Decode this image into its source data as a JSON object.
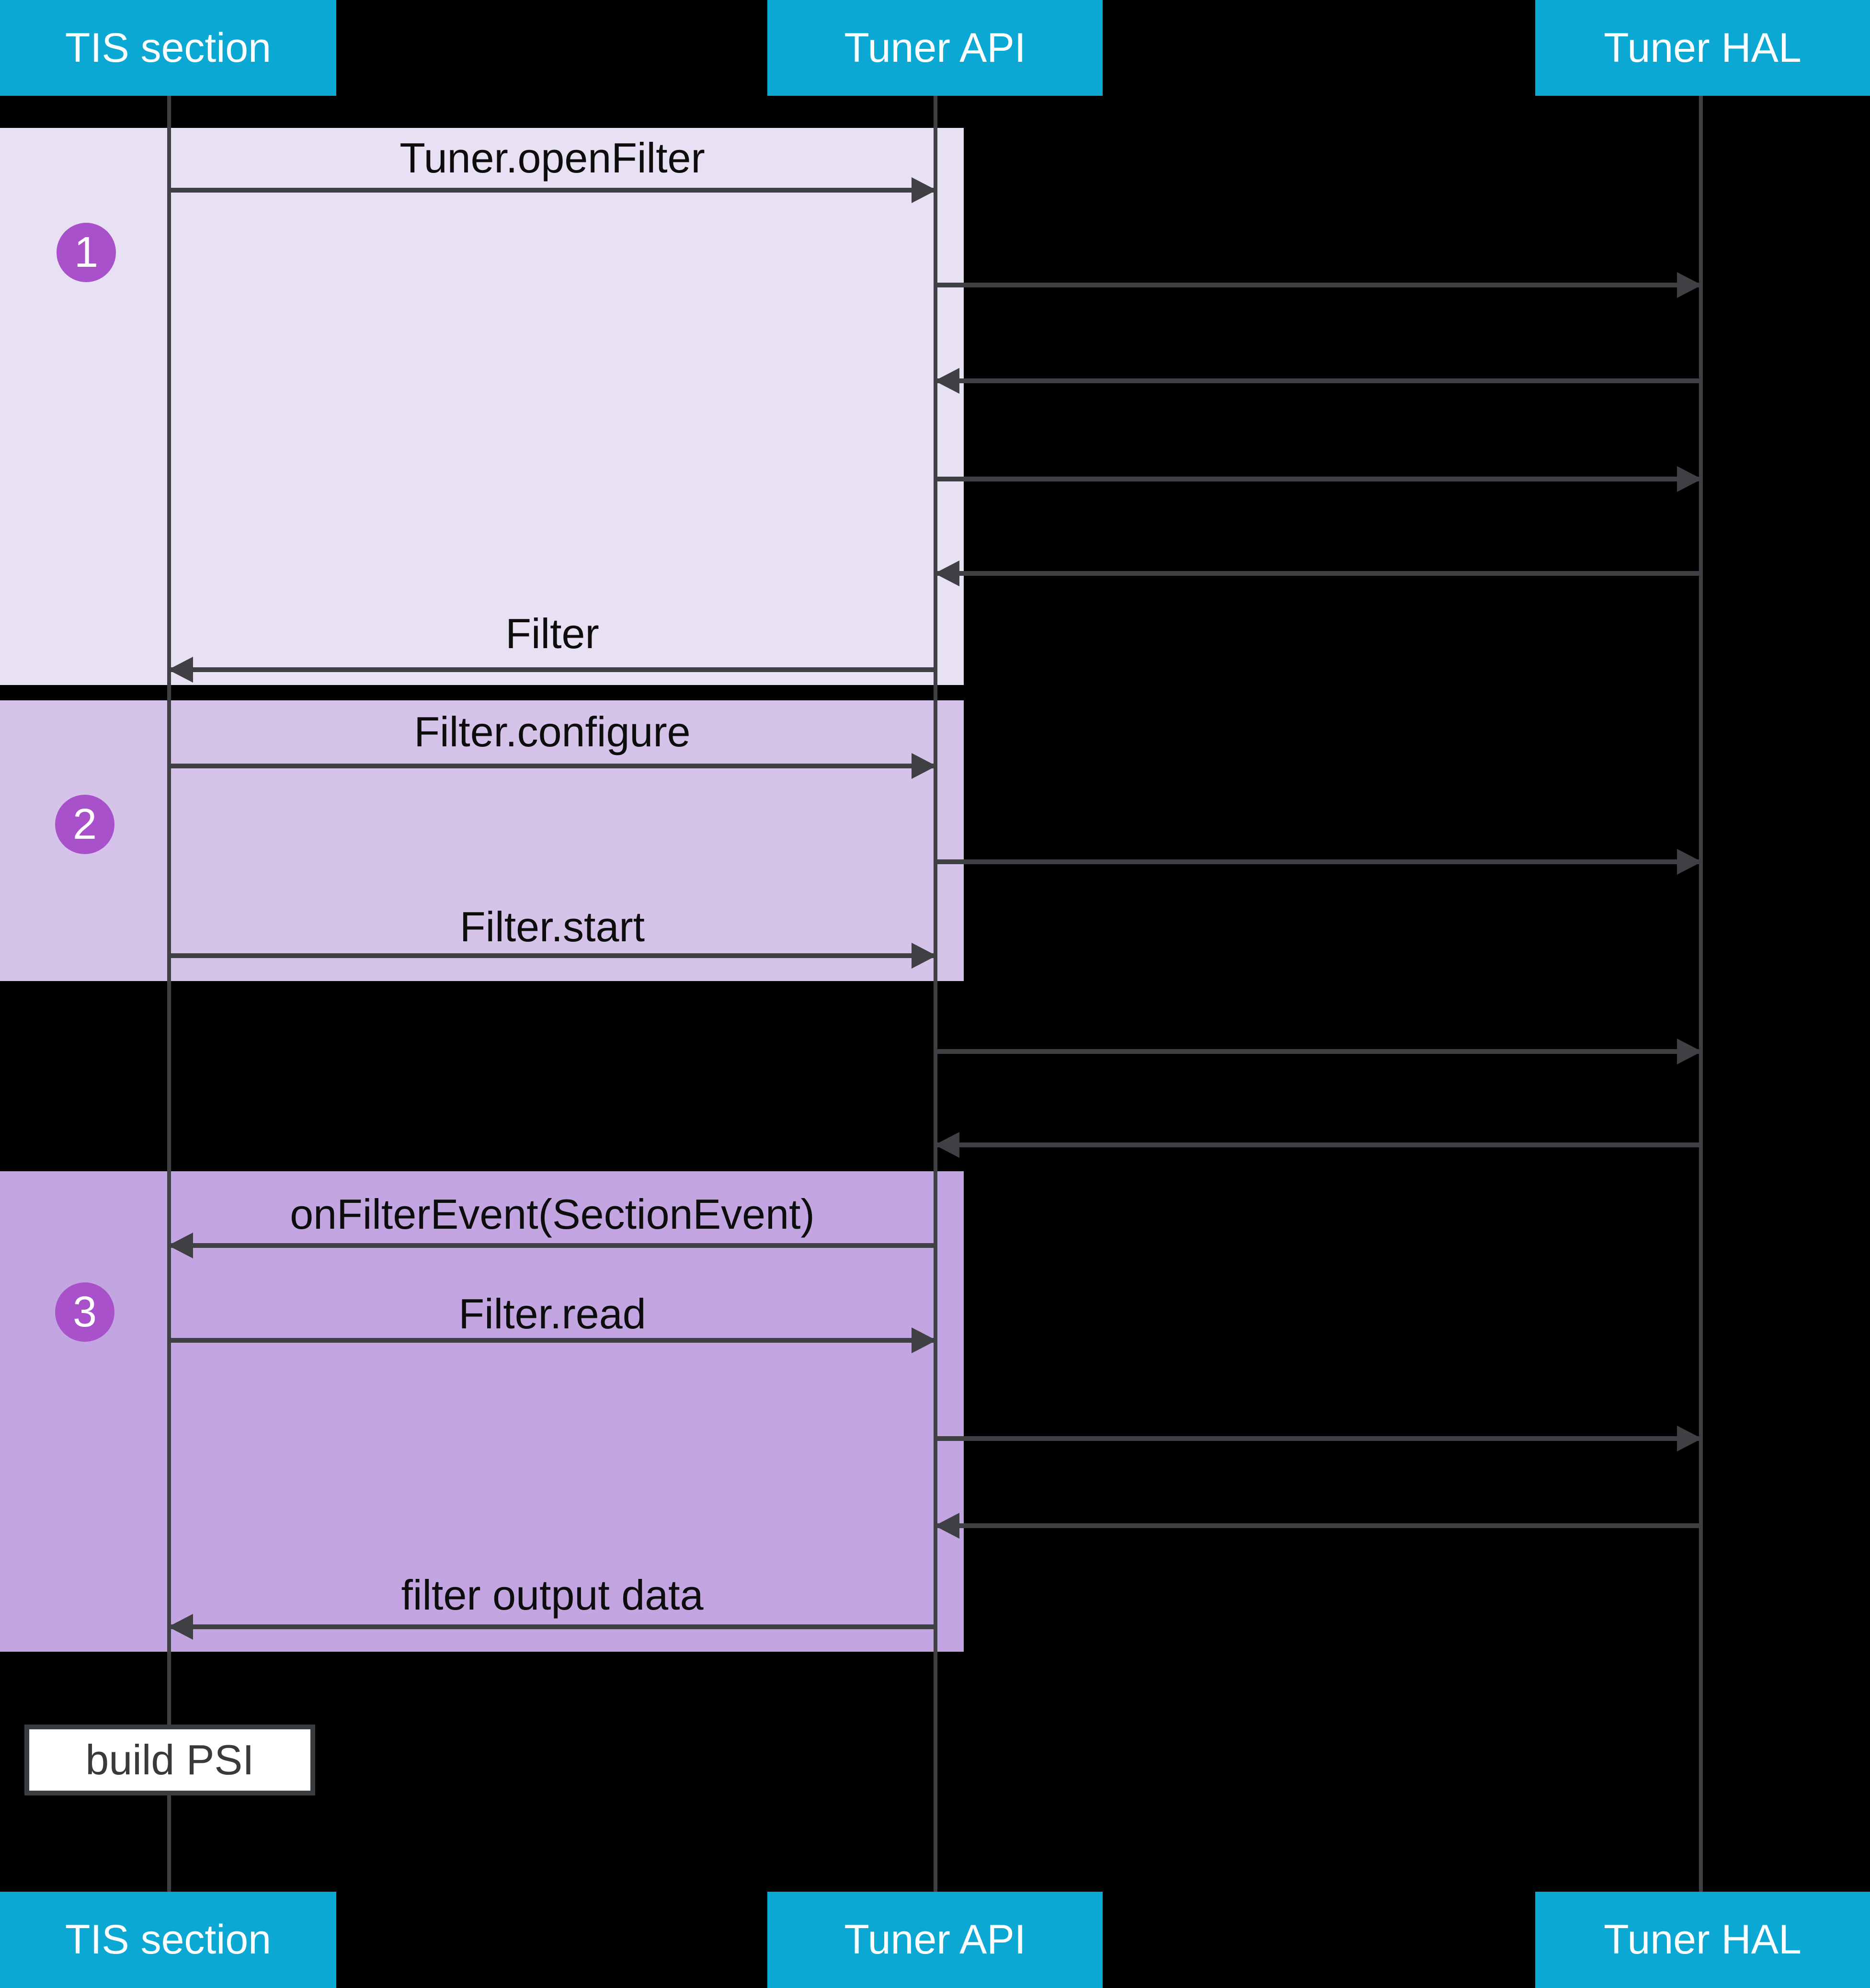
{
  "diagram": {
    "participants": [
      "TIS section",
      "Tuner API",
      "Tuner HAL"
    ],
    "steps": [
      {
        "number": "1"
      },
      {
        "number": "2"
      },
      {
        "number": "3"
      }
    ],
    "messages": {
      "open_filter": "Tuner.openFilter",
      "filter_return": "Filter",
      "configure": "Filter.configure",
      "start": "Filter.start",
      "on_filter_event": "onFilterEvent(SectionEvent)",
      "filter_read": "Filter.read",
      "filter_output": "filter output data"
    },
    "note": "build PSI"
  },
  "colors": {
    "background": "#000000",
    "header-bg": "#0ba8d4",
    "header-text": "#ffffff",
    "band-1": "#e8e1f4",
    "band-2": "#d5c3ea",
    "band-3": "#c3a6e1",
    "badge": "#a951cb",
    "line": "#3f4043",
    "label-text": "#0d0d0d",
    "note-bg": "#ffffff",
    "note-border": "#3a3d3f",
    "note-text": "#3a3a3a"
  }
}
